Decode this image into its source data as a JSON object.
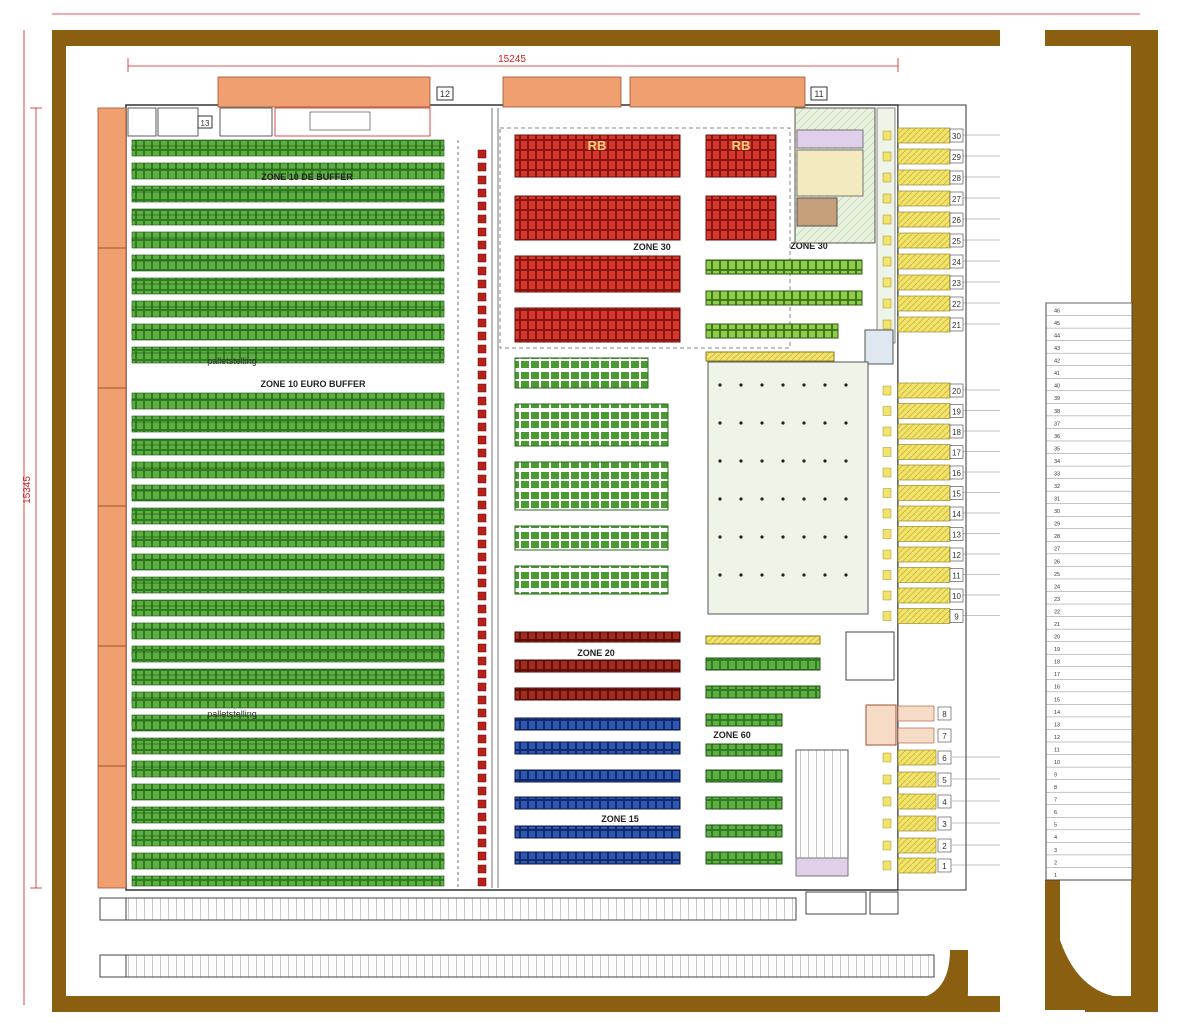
{
  "dimensions": {
    "width_label": "15245",
    "height_label": "15345"
  },
  "zones": {
    "zone10_de": "ZONE 10 DE BUFFER",
    "zone10_euro": "ZONE 10 EURO BUFFER",
    "zone30_left": "ZONE 30",
    "zone30_right": "ZONE 30",
    "zone20": "ZONE 20",
    "zone60": "ZONE 60",
    "zone15": "ZONE 15"
  },
  "labels": {
    "palletstelling_1": "palletstelling",
    "palletstelling_2": "palletstelling",
    "rb_1": "RB",
    "rb_2": "RB"
  },
  "docks_top": {
    "dock_12": "12",
    "dock_11": "11",
    "dock_13": "13"
  },
  "docks_right": [
    "30",
    "29",
    "28",
    "27",
    "26",
    "25",
    "24",
    "23",
    "22",
    "21",
    "20",
    "19",
    "18",
    "17",
    "16",
    "15",
    "14",
    "13",
    "12",
    "11",
    "10",
    "9"
  ],
  "docks_right_lower": [
    "8",
    "7",
    "6",
    "5",
    "4",
    "3",
    "2",
    "1"
  ],
  "parking_numbers": [
    "46",
    "45",
    "44",
    "43",
    "42",
    "41",
    "40",
    "39",
    "38",
    "37",
    "36",
    "35",
    "34",
    "33",
    "32",
    "31",
    "30",
    "29",
    "28",
    "27",
    "26",
    "25",
    "24",
    "23",
    "22",
    "21",
    "20",
    "19",
    "18",
    "17",
    "16",
    "15",
    "14",
    "13",
    "12",
    "11",
    "10",
    "9",
    "8",
    "7",
    "6",
    "5",
    "4",
    "3",
    "2",
    "1"
  ],
  "colors": {
    "border_brown": "#8a5f10",
    "green_rack": "#3a8a28",
    "red_rack": "#c8261e",
    "blue_rack": "#1f3f8e",
    "dark_red_rack": "#8b1a12",
    "lime_rack": "#7fc041",
    "yellow_dock": "#f2e36a",
    "orange_bay": "#f0a070",
    "floor_light": "#eef5e8"
  }
}
